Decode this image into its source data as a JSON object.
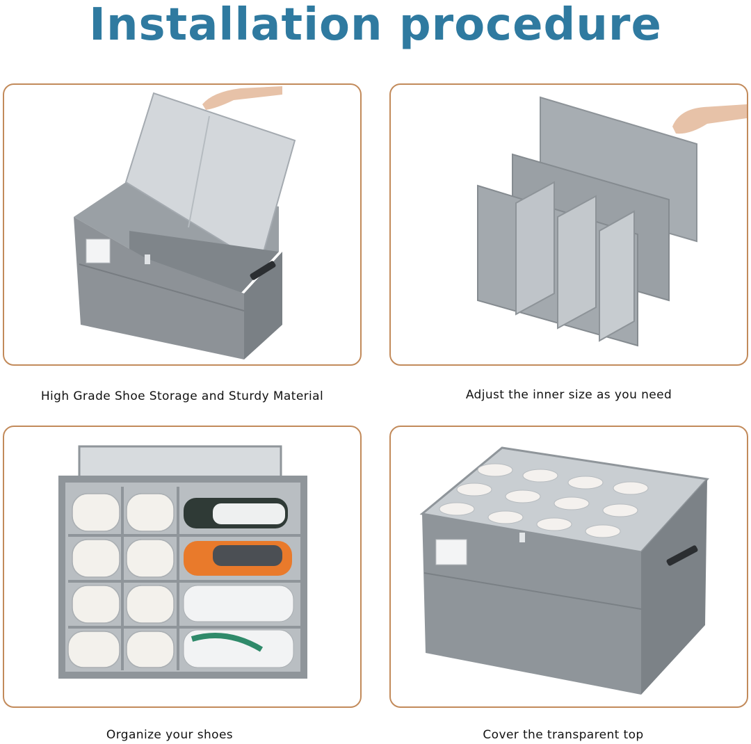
{
  "header": {
    "title": "Installation procedure"
  },
  "colors": {
    "title": "#2f7aa0",
    "panel_border": "#c28a5a",
    "fabric": "#8c9196",
    "fabric_light": "#bcc1c6"
  },
  "steps": [
    {
      "caption": "High Grade Shoe Storage and Sturdy Material"
    },
    {
      "caption": "Adjust the inner size as you need"
    },
    {
      "caption": "Organize your shoes"
    },
    {
      "caption": "Cover the transparent top"
    }
  ]
}
